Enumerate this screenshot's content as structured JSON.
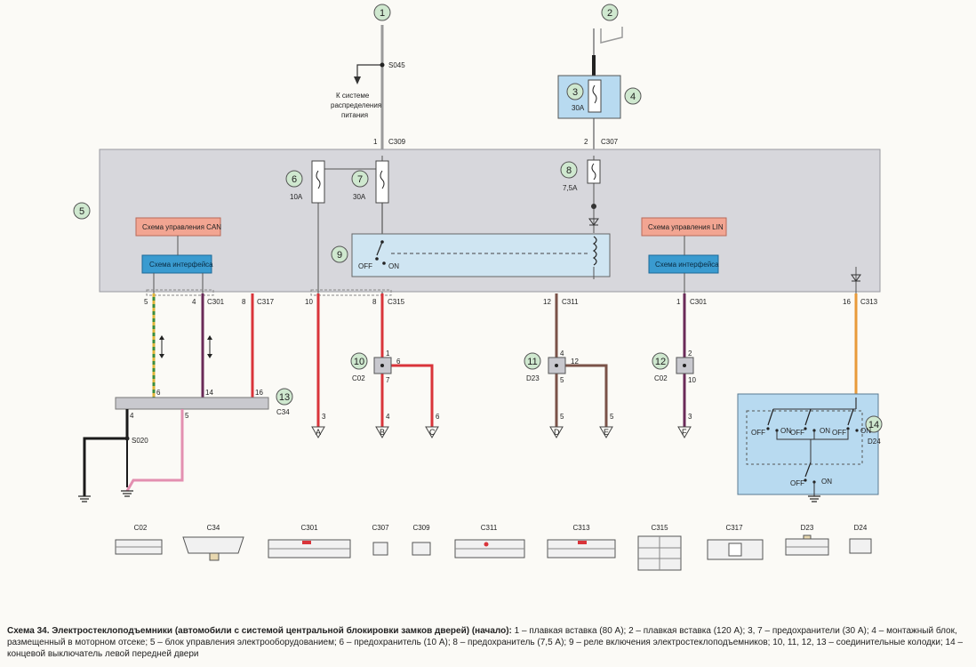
{
  "callouts": [
    "1",
    "2",
    "3",
    "4",
    "5",
    "6",
    "7",
    "8",
    "9",
    "10",
    "11",
    "12",
    "13",
    "14"
  ],
  "splices": {
    "s045": "S045",
    "s020": "S020"
  },
  "arrow_text": [
    "К системе",
    "распределения",
    "питания"
  ],
  "fuses": {
    "f3": "30А",
    "f6": "10А",
    "f7": "30А",
    "f8": "7,5А"
  },
  "connectors_top": {
    "c309_pin": "1",
    "c309": "C309",
    "c307_pin": "2",
    "c307": "C307"
  },
  "boxes": {
    "can_ctrl": "Схема управления CAN",
    "can_iface": "Схема интерфейса",
    "lin_ctrl": "Схема управления LIN",
    "lin_iface": "Схема интерфейса"
  },
  "relay": {
    "off": "OFF",
    "on": "ON"
  },
  "pins": {
    "p5": "5",
    "p4": "4",
    "c301a": "C301",
    "p8a": "8",
    "c317": "C317",
    "p10": "10",
    "p8b": "8",
    "c315": "C315",
    "p12": "12",
    "c311": "C311",
    "p1": "1",
    "c301b": "C301",
    "p16": "16",
    "c313": "C313"
  },
  "joints": {
    "j10_1": "1",
    "j10_6": "6",
    "j10_7": "7",
    "j10_name": "C02",
    "j11_4": "4",
    "j11_12": "12",
    "j11_5": "5",
    "j11_name": "D23",
    "j12_2": "2",
    "j12_10": "10",
    "j12_name": "C02"
  },
  "block13": {
    "p6": "6",
    "p14": "14",
    "p16": "16",
    "p4": "4",
    "p5": "5",
    "name": "C34"
  },
  "terminals": [
    {
      "pin": "3",
      "letter": "A"
    },
    {
      "pin": "4",
      "letter": "B"
    },
    {
      "pin": "6",
      "letter": "C"
    },
    {
      "pin": "5",
      "letter": "D"
    },
    {
      "pin": "5",
      "letter": "E"
    },
    {
      "pin": "3",
      "letter": "F"
    }
  ],
  "switch14": {
    "name": "D24",
    "states": [
      "OFF",
      "ON",
      "OFF",
      "ON",
      "OFF",
      "ON",
      "OFF",
      "ON"
    ]
  },
  "connector_views": [
    "C02",
    "C34",
    "C301",
    "C307",
    "C309",
    "C311",
    "C313",
    "C315",
    "C317",
    "D23",
    "D24"
  ],
  "caption": {
    "title": "Схема 34. Электростеклоподъемники (автомобили с системой центральной блокировки замков дверей) (начало):",
    "text": " 1 – плавкая вставка (80 А); 2 – плавкая вставка (120 А); 3, 7 – предохранители (30 А); 4 – монтажный блок, размещенный в моторном отсеке; 5 – блок управления электрооборудованием; 6 – предохранитель (10 А); 8 – предохранитель (7,5 А); 9 – реле включения электростеклоподъемников; 10, 11, 12, 13 – соединительные колодки; 14 – концевой выключатель левой передней двери"
  },
  "colors": {
    "panel": "#d7d7dc",
    "relay": "#cfe5f2",
    "can_ctrl": "#f2a592",
    "iface": "#3a9bd0",
    "fuse_block": "#b8daf0",
    "red": "#d9343a",
    "violet": "#6a2a58",
    "brown": "#7a5248",
    "orange": "#e89a3a",
    "pink": "#e38fb0",
    "green": "#3c8d3c",
    "black": "#1a1a1a"
  }
}
